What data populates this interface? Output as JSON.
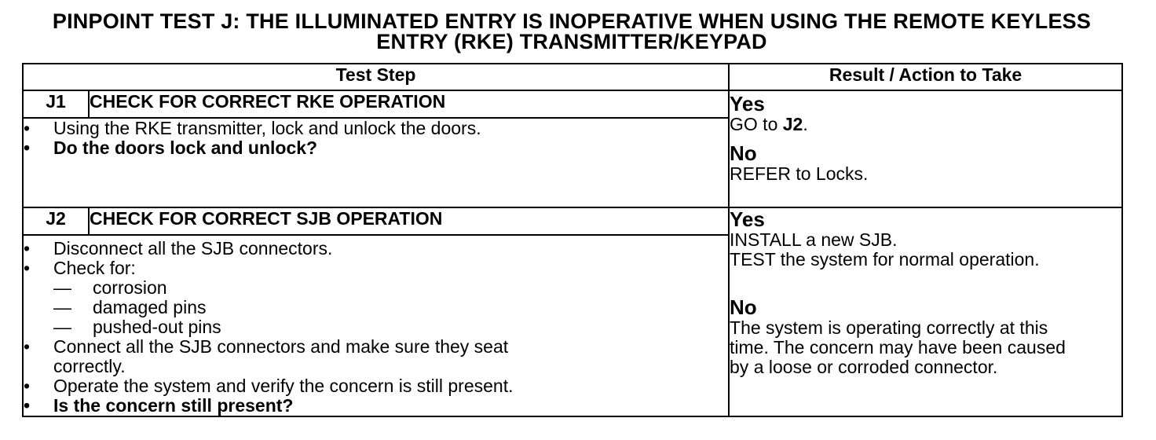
{
  "title": {
    "line1": "PINPOINT TEST  J: THE ILLUMINATED ENTRY IS INOPERATIVE WHEN USING THE REMOTE KEYLESS",
    "line2": "ENTRY (RKE) TRANSMITTER/KEYPAD"
  },
  "table": {
    "header": {
      "test_step": "Test Step",
      "result": "Result / Action to Take"
    },
    "steps": [
      {
        "id": "J1",
        "title": "CHECK FOR CORRECT RKE OPERATION",
        "bullets": [
          "Using the RKE transmitter, lock and unlock the doors.",
          "Do the doors lock and unlock?"
        ],
        "yes_label": "Yes",
        "yes_action_prefix": "GO to ",
        "yes_action_target": "J2",
        "yes_action_suffix": ".",
        "no_label": "No",
        "no_action": "REFER to Locks."
      },
      {
        "id": "J2",
        "title": "CHECK FOR CORRECT SJB OPERATION",
        "bullets": [
          "Disconnect all the SJB connectors.",
          "Check for:",
          "Connect all the SJB connectors and make sure they seat",
          "correctly.",
          "Operate the system and verify the concern is still present.",
          "Is the concern still present?"
        ],
        "sub_items": [
          "corrosion",
          "damaged pins",
          "pushed-out pins"
        ],
        "yes_label": "Yes",
        "yes_action": [
          "INSTALL a new SJB.",
          "TEST the system for normal operation."
        ],
        "no_label": "No",
        "no_action": [
          "The system is operating correctly at this",
          "time. The concern may have been caused",
          "by a loose or corroded connector."
        ]
      }
    ],
    "bullet_symbol": "•",
    "dash_symbol": "—"
  }
}
